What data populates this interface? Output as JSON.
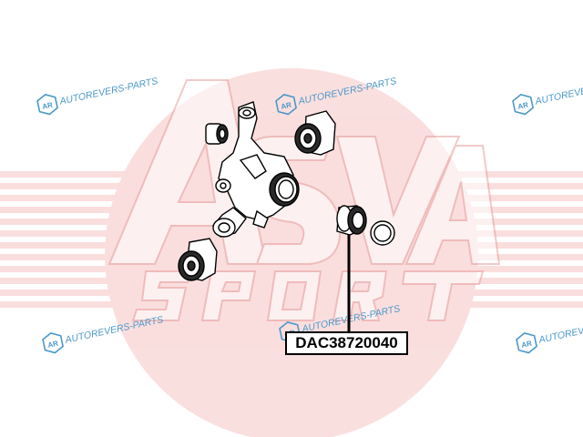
{
  "brand": {
    "logo_text": "ASVA",
    "logo_subtext": "SPORT",
    "brand_color": "#e23a3a",
    "watermark_color": "#4a98c9"
  },
  "watermarks": [
    {
      "text": "AUTOREVERS-PARTS",
      "icon": "ar-hexagon-icon"
    },
    {
      "text": "AUTOREVERS-PARTS",
      "icon": "ar-hexagon-icon"
    },
    {
      "text": "AUTOREVERS-PARTS",
      "icon": "ar-hexagon-icon"
    },
    {
      "text": "AUTOREVERS-PARTS",
      "icon": "ar-hexagon-icon"
    },
    {
      "text": "AUTOREVERS-PARTS",
      "icon": "ar-hexagon-icon"
    },
    {
      "text": "AUTOREVERS-PARTS",
      "icon": "ar-hexagon-icon"
    }
  ],
  "callout": {
    "part_number": "DAC38720040"
  }
}
